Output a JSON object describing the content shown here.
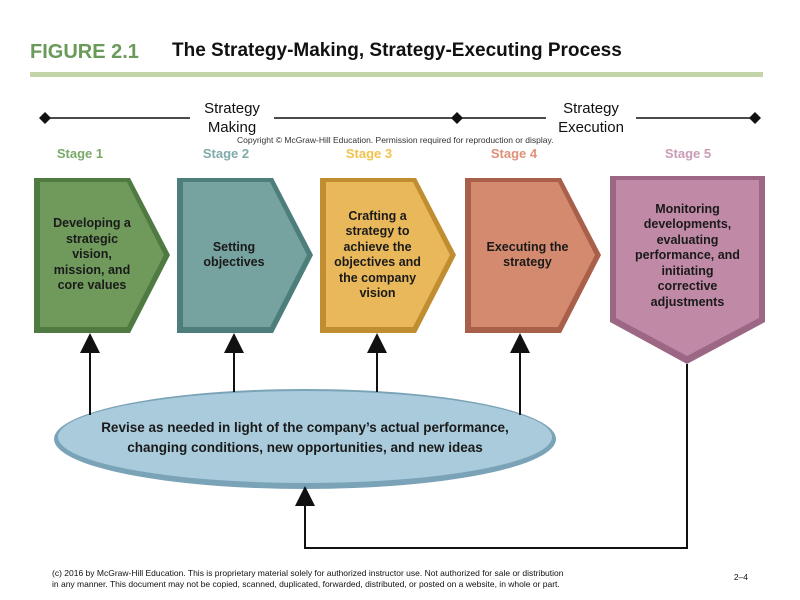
{
  "figure": {
    "label": "FIGURE 2.1",
    "title": "The Strategy-Making, Strategy-Executing Process"
  },
  "phases": [
    {
      "line1": "Strategy",
      "line2": "Making"
    },
    {
      "line1": "Strategy",
      "line2": "Execution"
    }
  ],
  "copyright": "Copyright © McGraw-Hill Education. Permission required for reproduction or display.",
  "stages": [
    {
      "label": "Stage 1",
      "text": "Developing a strategic vision, mission, and core values",
      "color": "#6f9a5c",
      "label_color": "#7aa86a"
    },
    {
      "label": "Stage 2",
      "text": "Setting objectives",
      "color": "#76a39f",
      "label_color": "#7fabaa"
    },
    {
      "label": "Stage 3",
      "text": "Crafting a strategy to achieve the objectives and the company vision",
      "color": "#e8b85a",
      "label_color": "#f2c24e"
    },
    {
      "label": "Stage 4",
      "text": "Executing the strategy",
      "color": "#d48a6e",
      "label_color": "#e08f78"
    },
    {
      "label": "Stage 5",
      "text": "Monitoring developments, evaluating performance, and initiating corrective adjustments",
      "color": "#c08aa6",
      "label_color": "#c99bb5"
    }
  ],
  "feedback": {
    "text": "Revise as needed in light of the company’s actual performance, changing conditions, new opportunities, and new ideas"
  },
  "footer": {
    "line1": "(c) 2016 by McGraw-Hill Education. This is proprietary material solely for authorized instructor use. Not authorized for sale or distribution",
    "line2": "in any manner. This document may not be copied, scanned, duplicated, forwarded, distributed, or posted on a website, in whole or part.",
    "page": "2–4"
  }
}
